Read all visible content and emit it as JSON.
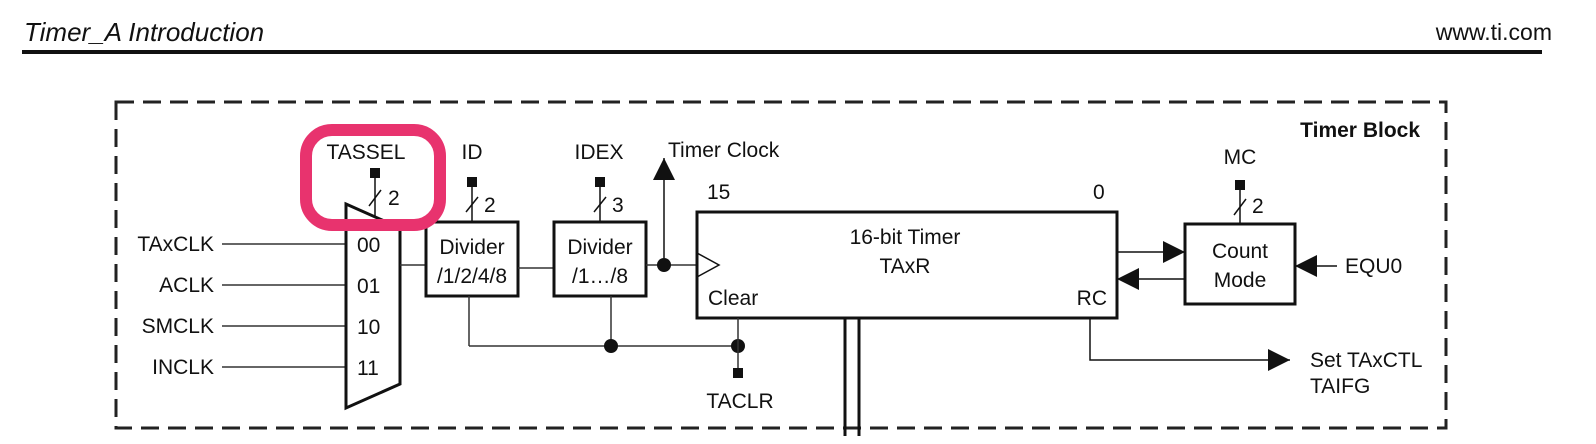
{
  "header": {
    "section_title": "Timer_A Introduction",
    "website": "www.ti.com"
  },
  "diagram": {
    "block_title": "Timer Block",
    "inputs": [
      "TAxCLK",
      "ACLK",
      "SMCLK",
      "INCLK"
    ],
    "mux": {
      "control_label": "TASSEL",
      "bus_width": "2",
      "input_codes": [
        "00",
        "01",
        "10",
        "11"
      ]
    },
    "divider1": {
      "control_label": "ID",
      "bus_width": "2",
      "line1": "Divider",
      "line2": "/1/2/4/8"
    },
    "divider2": {
      "control_label": "IDEX",
      "bus_width": "3",
      "line1": "Divider",
      "line2": "/1…/8"
    },
    "timer_clock_label": "Timer Clock",
    "timer": {
      "bit_high": "15",
      "bit_low": "0",
      "line1": "16-bit Timer",
      "line2": "TAxR",
      "clear_label": "Clear",
      "rc_label": "RC"
    },
    "count_mode": {
      "control_label": "MC",
      "bus_width": "2",
      "line1": "Count",
      "line2": "Mode"
    },
    "equ0_label": "EQU0",
    "taclr_label": "TACLR",
    "output": {
      "line1": "Set TAxCTL",
      "line2": "TAIFG"
    },
    "highlight_color": "#e8336e"
  }
}
